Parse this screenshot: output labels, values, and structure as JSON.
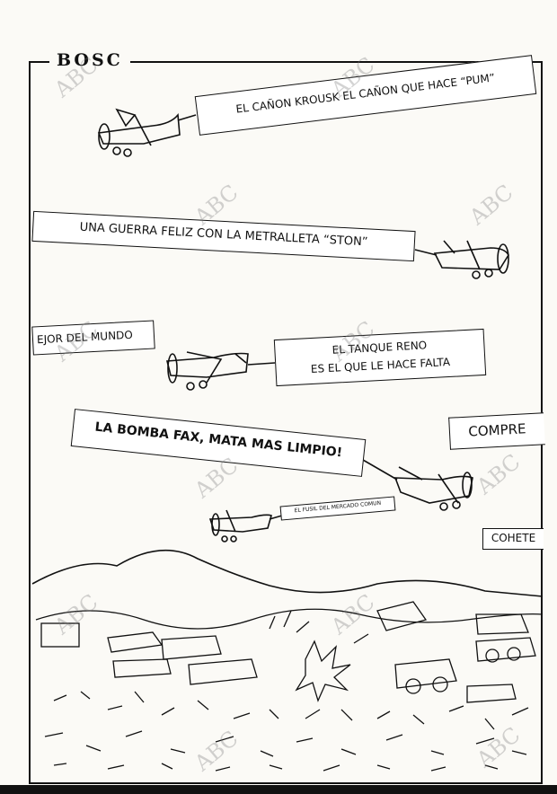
{
  "signature": "BOSC",
  "banners": {
    "krousk": "EL CAÑON KROUSK EL CAÑON QUE HACE “PUM”",
    "ston": "UNA GUERRA FELIZ CON LA METRALLETA “STON”",
    "mejor": "EJOR DEL MUNDO",
    "reno_line1": "EL TANQUE RENO",
    "reno_line2": "ES EL QUE LE HACE FALTA",
    "fax": "LA BOMBA FAX, MATA MAS LIMPIO!",
    "compre": "COMPRE",
    "fusil": "EL FUSIL DEL MERCADO COMUN",
    "cohete": "COHETE"
  },
  "watermark": "ABC"
}
